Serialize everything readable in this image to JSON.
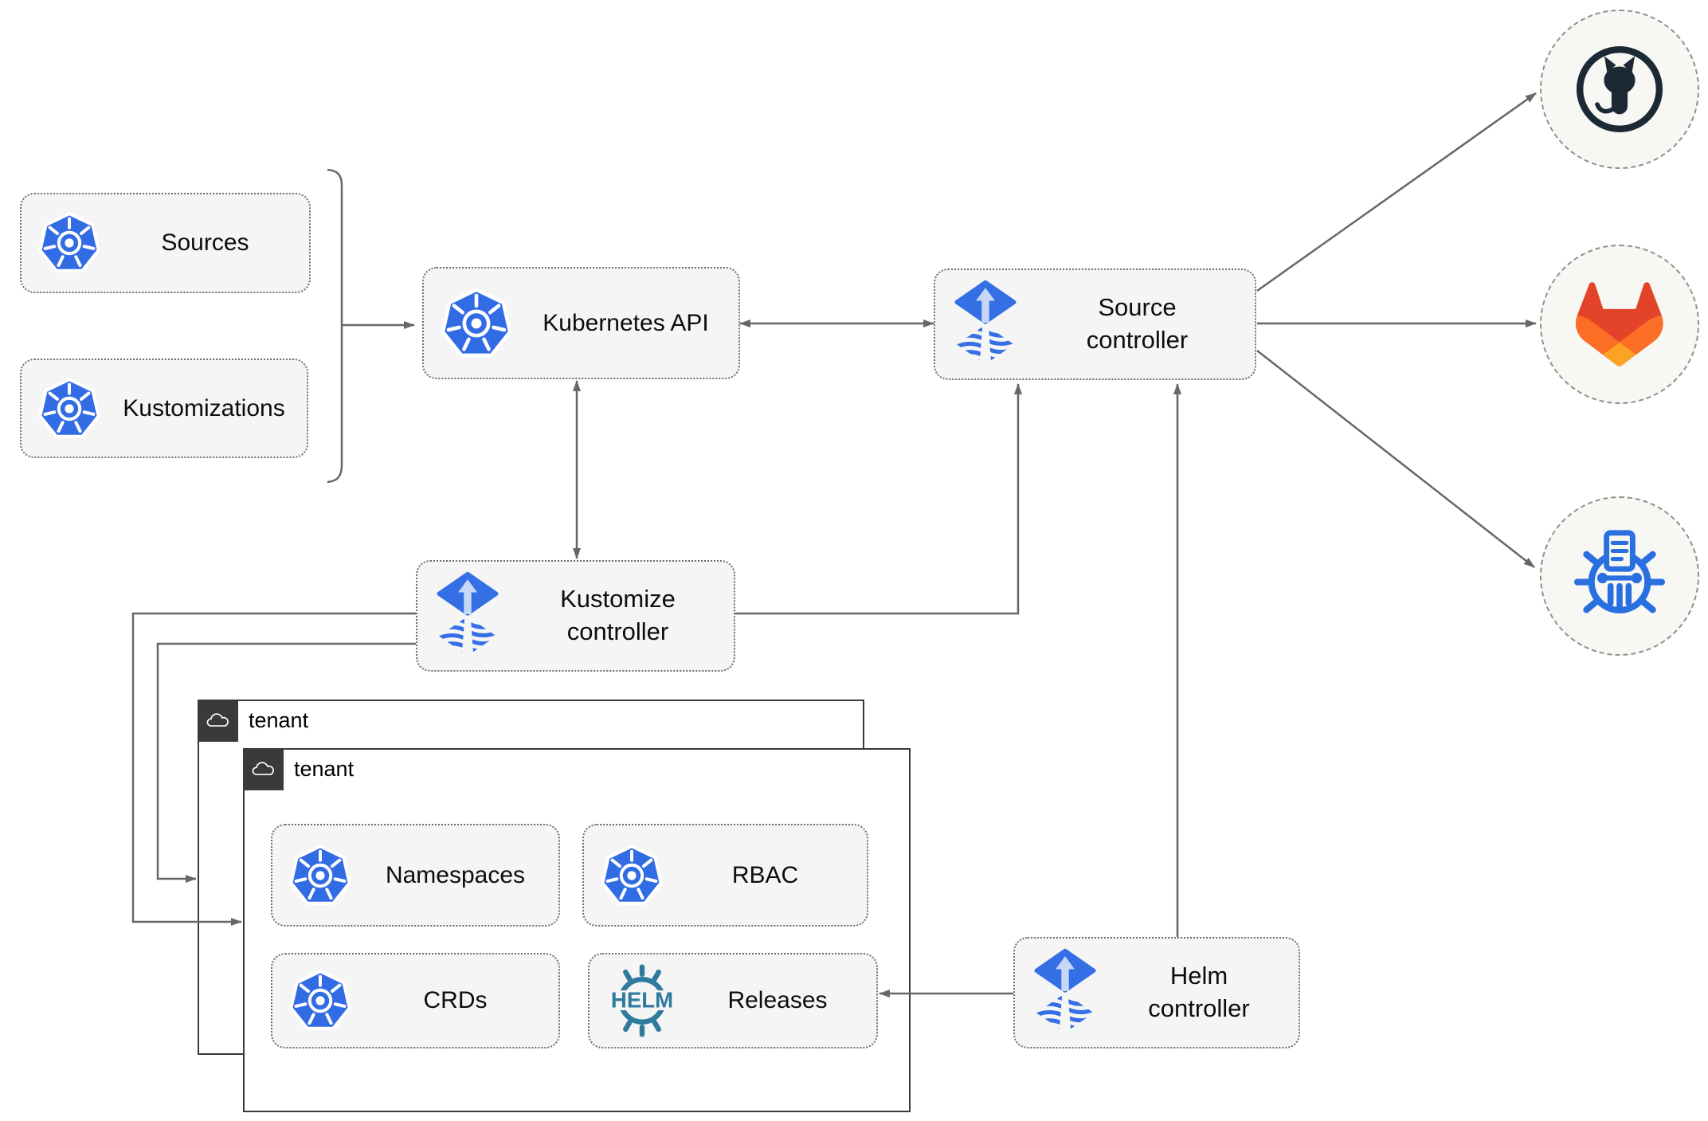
{
  "boxes": {
    "sources": {
      "label": "Sources",
      "icon": "kubernetes-icon"
    },
    "kustomizations": {
      "label": "Kustomizations",
      "icon": "kubernetes-icon"
    },
    "kubernetes_api": {
      "label": "Kubernetes API",
      "icon": "kubernetes-icon"
    },
    "source_controller": {
      "label": "Source controller",
      "icon": "flux-icon"
    },
    "kustomize_controller": {
      "label": "Kustomize controller",
      "icon": "flux-icon"
    },
    "helm_controller": {
      "label": "Helm controller",
      "icon": "flux-icon"
    },
    "namespaces": {
      "label": "Namespaces",
      "icon": "kubernetes-icon"
    },
    "rbac": {
      "label": "RBAC",
      "icon": "kubernetes-icon"
    },
    "crds": {
      "label": "CRDs",
      "icon": "kubernetes-icon"
    },
    "releases": {
      "label": "Releases",
      "icon": "helm-icon",
      "icon_text": "HELM"
    }
  },
  "tenants": [
    {
      "label": "tenant",
      "icon": "cloud-icon"
    },
    {
      "label": "tenant",
      "icon": "cloud-icon"
    }
  ],
  "external_systems": [
    {
      "icon": "github-icon"
    },
    {
      "icon": "gitlab-icon"
    },
    {
      "icon": "chartmuseum-icon"
    }
  ],
  "colors": {
    "kubernetes_blue": "#326ce5",
    "flux_blue": "#356fe5",
    "flux_light_blue": "#c7d7f6",
    "helm_teal": "#2e7b9e",
    "chartmuseum_blue": "#2a6fe0",
    "github_dark": "#1b2934",
    "gitlab_red": "#e24329",
    "gitlab_orange": "#fc6d26",
    "gitlab_yellow": "#fca326",
    "arrow_gray": "#676767",
    "node_fill": "#f5f5f5",
    "tenant_border": "#3a3a3a"
  }
}
